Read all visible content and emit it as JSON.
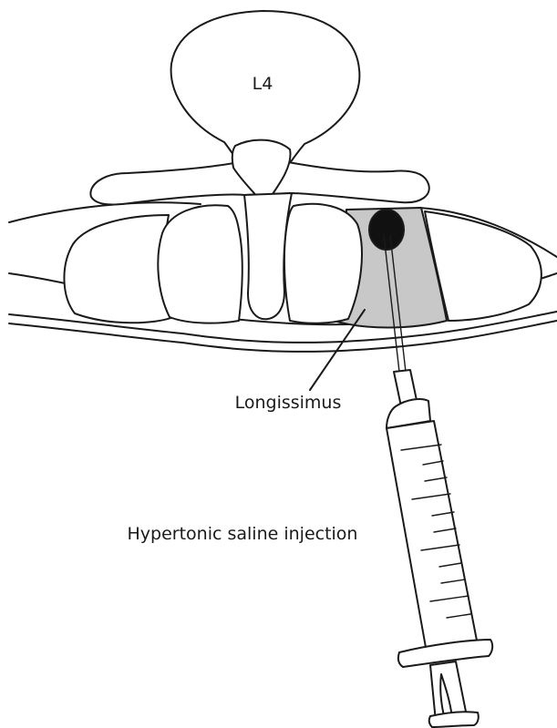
{
  "labels": {
    "vertebra": "L4",
    "muscle": "Longissimus",
    "procedure": "Hypertonic saline injection"
  },
  "colors": {
    "ink": "#1a1a1a",
    "muscle_shade": "#c8c8c8",
    "injection_site": "#111111",
    "background": "#ffffff"
  }
}
